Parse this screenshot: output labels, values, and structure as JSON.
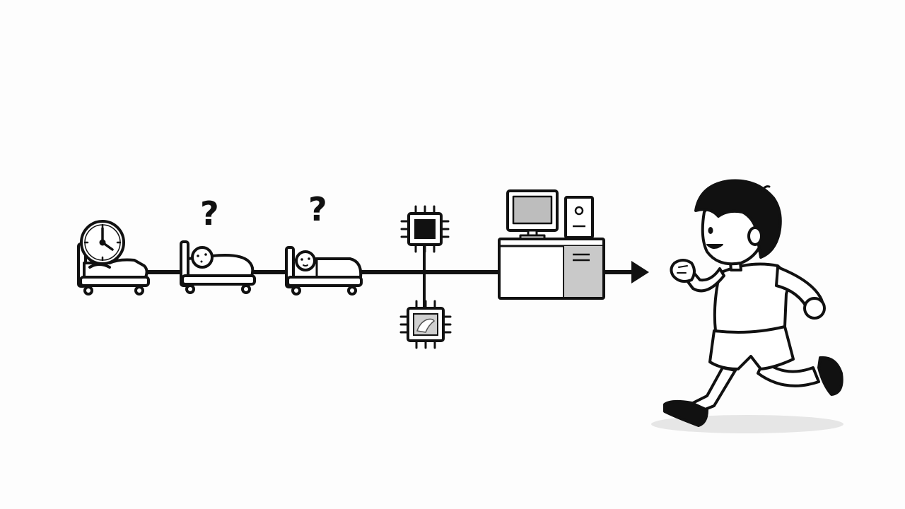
{
  "diagram": {
    "stages": [
      {
        "id": "sleeping-in-bed",
        "icon": "bed-with-clock-icon"
      },
      {
        "id": "confused-in-bed-1",
        "icon": "bed-person-question-icon",
        "mark": "?"
      },
      {
        "id": "confused-in-bed-2",
        "icon": "bed-person-question-icon",
        "mark": "?"
      },
      {
        "id": "chip-junction",
        "icons": [
          "cpu-chip-icon",
          "cpu-chip-icon"
        ]
      },
      {
        "id": "computer-station",
        "icons": [
          "monitor-icon",
          "pc-tower-icon",
          "desk-icon"
        ]
      },
      {
        "id": "awake-running",
        "icon": "running-boy-icon"
      }
    ],
    "flow": "left-to-right",
    "colors": {
      "ink": "#111111",
      "fill_gray": "#c9c9c9",
      "shadow": "#e6e6e6",
      "background": "#fdfdfd"
    }
  }
}
